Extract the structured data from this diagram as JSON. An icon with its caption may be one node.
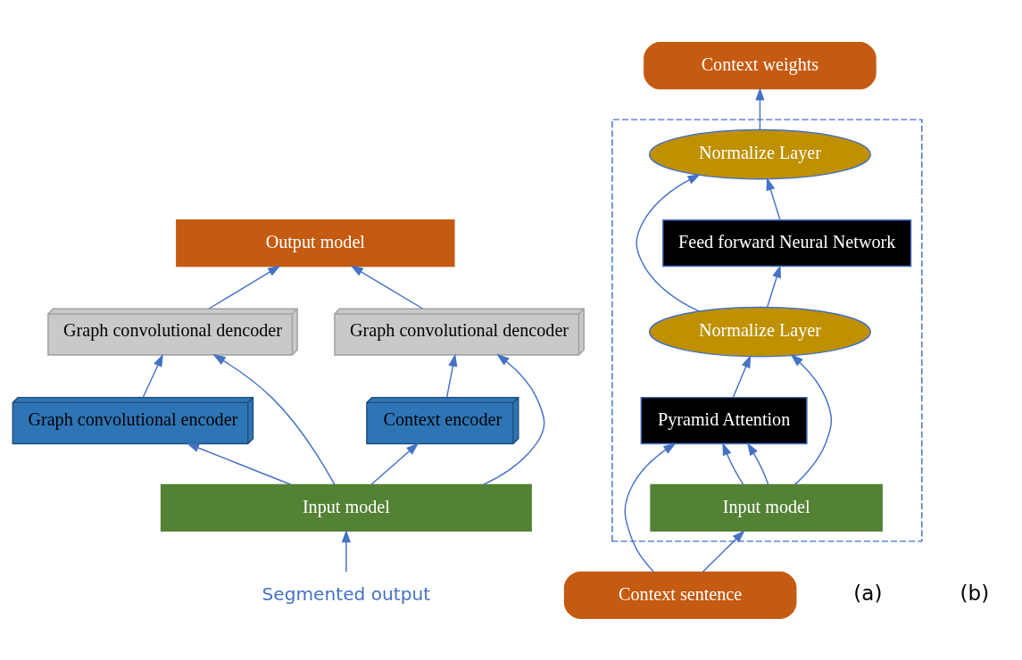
{
  "diagram": {
    "nodes": [
      {
        "text": [
          "Output model"
        ]
      },
      {
        "text": [
          "Graph convolutional encoder"
        ]
      },
      {
        "text": [
          "Graph convolutional dencoder"
        ]
      },
      {
        "text": [
          "Context encoder"
        ]
      },
      {
        "text": [
          "Graph convolutional dencoder"
        ]
      },
      {
        "text": [
          "Input model"
        ]
      },
      {
        "text": [
          "Segmented output"
        ]
      },
      {
        "text": [
          "Context weights"
        ]
      },
      {
        "text": [],
        "shape": "box"
      },
      {
        "text": [
          "Normalize Layer"
        ],
        "in": 8
      },
      {
        "text": [
          "Feed forward Neural Network"
        ],
        "in": 8
      },
      {
        "text": [
          "Normalize Layer"
        ],
        "in": 8
      },
      {
        "text": [
          "Pyramid Attention"
        ],
        "in": 8
      },
      {
        "text": [
          "Input model"
        ],
        "in": 8
      },
      {
        "text": [
          "Context sentence"
        ]
      }
    ],
    "edges": [
      {
        "from": 6,
        "to": 5,
        "arrow": "to"
      },
      {
        "from": 5,
        "to": 3,
        "arrow": "to"
      },
      {
        "from": 5,
        "to": 1,
        "arrow": "to"
      },
      {
        "from": 5,
        "to": 2,
        "arrow": "to"
      },
      {
        "from": 5,
        "to": 4,
        "arrow": "to"
      },
      {
        "from": 1,
        "to": 2,
        "arrow": "to"
      },
      {
        "from": 3,
        "to": 4,
        "arrow": "to"
      },
      {
        "from": 2,
        "to": 0,
        "arrow": "to"
      },
      {
        "from": 4,
        "to": 0,
        "arrow": "to"
      },
      {
        "from": 14,
        "to": 13,
        "arrow": "to"
      },
      {
        "from": 14,
        "to": 12,
        "arrow": "to"
      },
      {
        "from": 13,
        "to": 12,
        "arrow": "to"
      },
      {
        "from": 13,
        "to": 12,
        "arrow": "to"
      },
      {
        "from": 13,
        "to": 11,
        "arrow": "to"
      },
      {
        "from": 12,
        "to": 11,
        "arrow": "to"
      },
      {
        "from": 11,
        "to": 10,
        "arrow": "to"
      },
      {
        "from": 11,
        "to": 9,
        "arrow": "to"
      },
      {
        "from": 10,
        "to": 9,
        "arrow": "to"
      },
      {
        "from": 9,
        "to": 7,
        "arrow": "to"
      }
    ],
    "labels": [
      "(a)",
      "(b)"
    ]
  }
}
